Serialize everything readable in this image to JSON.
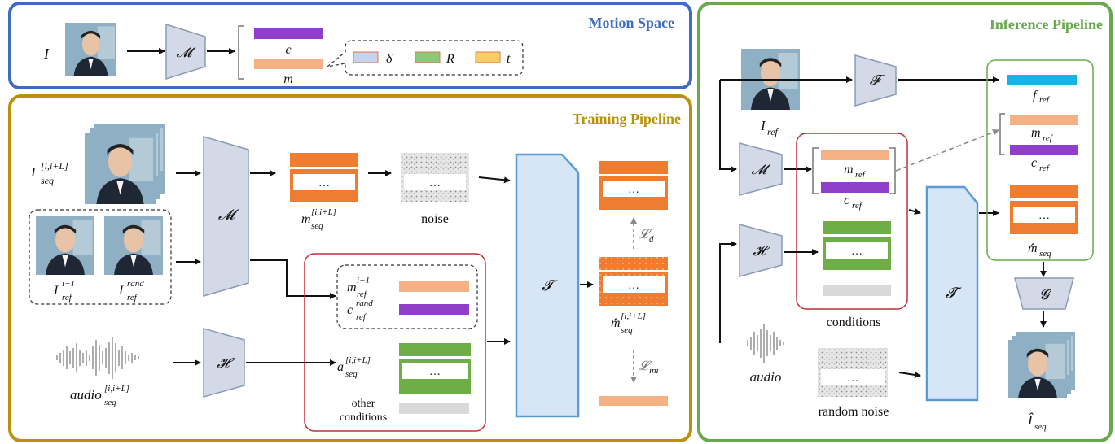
{
  "panels": {
    "motion_space": {
      "title": "Motion Space",
      "color": "#3d6cc0"
    },
    "training": {
      "title": "Training Pipeline",
      "color": "#b8930a"
    },
    "inference": {
      "title": "Inference Pipeline",
      "color": "#6aa84f"
    }
  },
  "motion": {
    "input": "I",
    "encoder": "𝓜",
    "c_label": "c",
    "m_label": "m",
    "legend": [
      {
        "name": "δ",
        "color": "#c7d3ec"
      },
      {
        "name": "R",
        "color": "#8ec77a"
      },
      {
        "name": "t",
        "color": "#f7cf66"
      }
    ]
  },
  "training": {
    "seq_input": "I",
    "seq_sup": "[i,i+L]",
    "seq_sub": "seq",
    "ref1": "I",
    "ref1_sup": "i−1",
    "ref1_sub": "ref",
    "ref2": "I",
    "ref2_sup": "rand",
    "ref2_sub": "ref",
    "encoder_m": "𝓜",
    "encoder_h": "𝓗",
    "transformer": "𝓣",
    "m_seq": "m",
    "m_seq_sup": "[i,i+L]",
    "m_seq_sub": "seq",
    "noise": "noise",
    "ellipsis": "…",
    "m_ref": "m",
    "m_ref_sup": "i−1",
    "m_ref_sub": "ref",
    "c_ref": "c",
    "c_ref_sup": "rand",
    "c_ref_sub": "ref",
    "a_seq": "a",
    "a_seq_sup": "[i,i+L]",
    "a_seq_sub": "seq",
    "other_conditions": [
      "other",
      "conditions"
    ],
    "audio": "audio",
    "audio_sup": "[i,i+L]",
    "audio_sub": "seq",
    "mhat": "m̂",
    "mhat_sup": "[i,i+L]",
    "mhat_sub": "seq",
    "loss_d": "𝓛",
    "loss_d_sub": "d",
    "loss_ini": "𝓛",
    "loss_ini_sub": "ini"
  },
  "inference": {
    "ref": "I",
    "ref_sub": "ref",
    "encoder_f": "𝓕",
    "encoder_m": "𝓜",
    "encoder_h": "𝓗",
    "transformer": "𝓣",
    "decoder": "𝓖",
    "f_ref": "f",
    "f_ref_sub": "ref",
    "m_ref": "m",
    "m_ref_sub": "ref",
    "c_ref": "c",
    "c_ref_sub": "ref",
    "mhat": "m̂",
    "mhat_sub": "seq",
    "conditions": "conditions",
    "audio": "audio",
    "random_noise": "random noise",
    "ellipsis": "…",
    "output": "Î",
    "output_sub": "seq"
  },
  "colors": {
    "purple": "#8f3fc9",
    "peach": "#f4b183",
    "orange": "#ee7d31",
    "green": "#6fad46",
    "cyan": "#18b4e6",
    "gray_bar": "#d9d9d9",
    "encoder_fill": "#d3d9e6",
    "transformer_fill": "#d7e6f6",
    "transformer_stroke": "#5b9bd5",
    "red_box": "#c0313a"
  }
}
